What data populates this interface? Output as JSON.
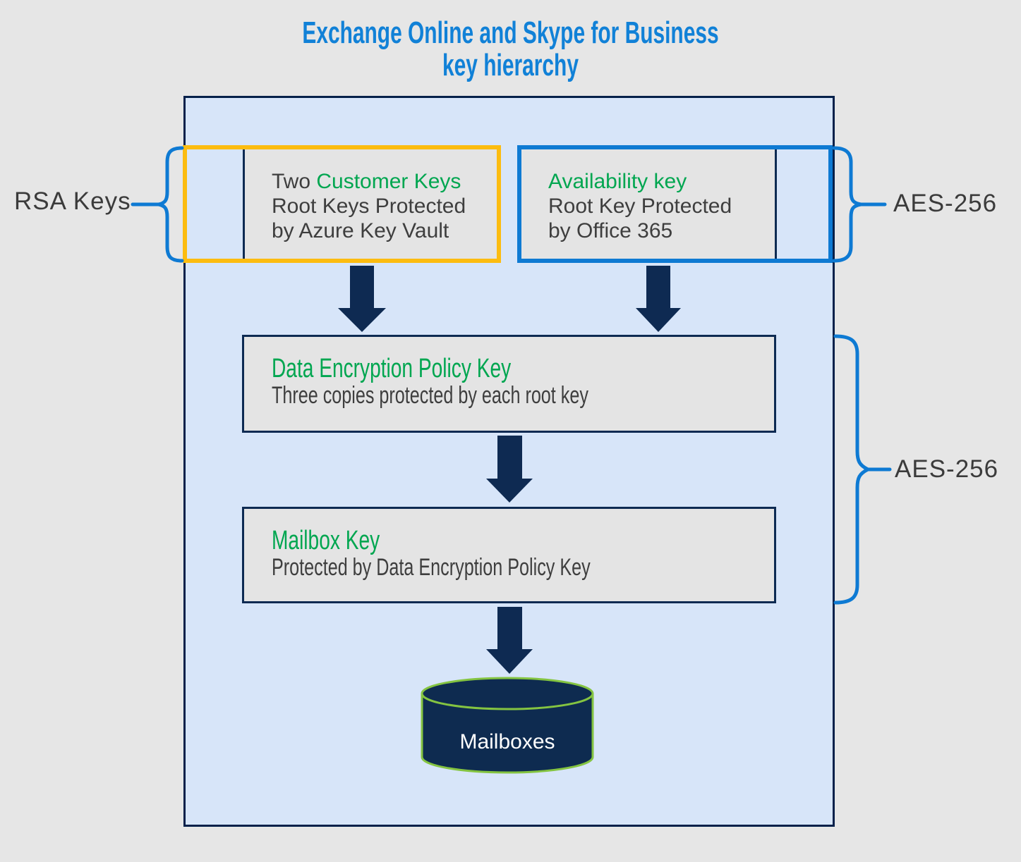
{
  "title": {
    "line1": "Exchange Online and Skype for Business",
    "line2": "key hierarchy"
  },
  "side_labels": {
    "rsa": "RSA Keys",
    "aes_top": "AES-256",
    "aes_bottom": "AES-256"
  },
  "customer_keys_box": {
    "line1_prefix": "Two ",
    "line1_highlight": "Customer Keys",
    "line2": "Root Keys Protected",
    "line3": "by Azure Key Vault"
  },
  "availability_key_box": {
    "line1": "Availability key",
    "line2": "Root Key Protected",
    "line3": "by Office 365"
  },
  "dep_key_box": {
    "line1": "Data Encryption Policy Key",
    "line2": "Three copies protected by each root key"
  },
  "mailbox_key_box": {
    "line1": "Mailbox Key",
    "line2": "Protected by Data Encryption Policy Key"
  },
  "database": {
    "label": "Mailboxes"
  },
  "colors": {
    "title_blue": "#1181d7",
    "accent_blue": "#0e7ad3",
    "green_text": "#00a650",
    "yellow_border": "#fcbc10",
    "navy": "#0e2a52",
    "container_fill": "#d7e5f9",
    "container_border": "#03204a",
    "box_gray": "#e4e4e4",
    "cylinder_stroke_green": "#84c441",
    "page_background": "#e6e6e6"
  }
}
